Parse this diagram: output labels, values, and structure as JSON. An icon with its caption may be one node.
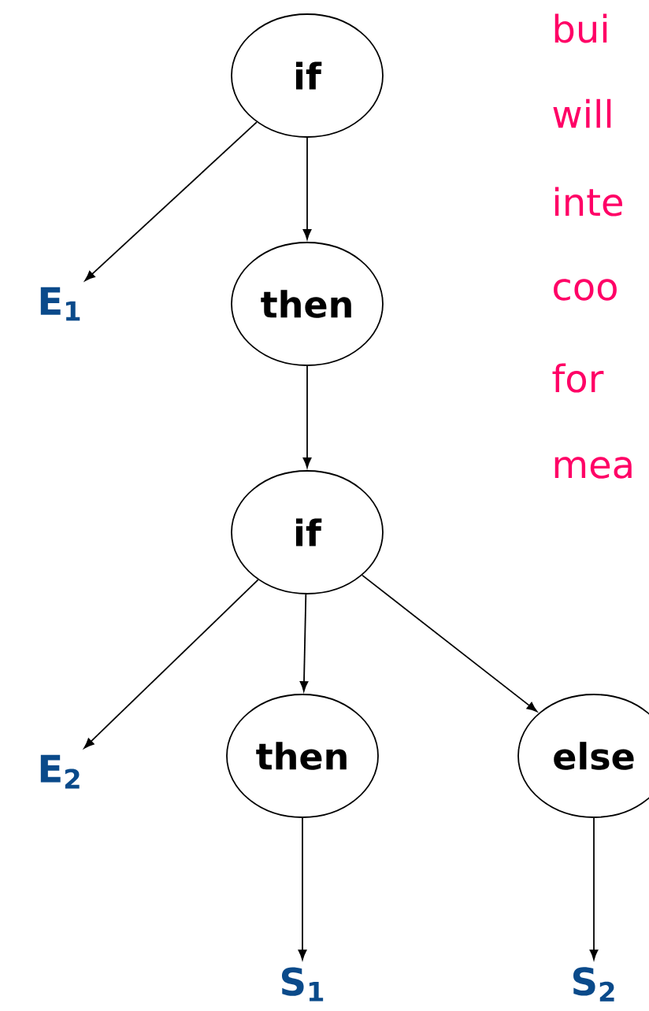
{
  "diagram": {
    "nodes": [
      {
        "text": [
          "if"
        ]
      },
      {
        "text": [
          "E$_{1}$"
        ]
      },
      {
        "text": [
          "then"
        ]
      },
      {
        "text": [
          "if"
        ]
      },
      {
        "text": [
          "E$_{2}$"
        ]
      },
      {
        "text": [
          "then"
        ]
      },
      {
        "text": [
          "else"
        ]
      },
      {
        "text": [
          "S$_{1}$"
        ]
      },
      {
        "text": [
          "S$_{2}$"
        ]
      }
    ],
    "edges": [
      {
        "from": 0,
        "to": 1,
        "arrow": "to"
      },
      {
        "from": 0,
        "to": 2,
        "arrow": "to"
      },
      {
        "from": 2,
        "to": 3,
        "arrow": "to"
      },
      {
        "from": 3,
        "to": 4,
        "arrow": "to"
      },
      {
        "from": 3,
        "to": 5,
        "arrow": "to"
      },
      {
        "from": 3,
        "to": 6,
        "arrow": "to"
      },
      {
        "from": 5,
        "to": 7,
        "arrow": "to"
      },
      {
        "from": 6,
        "to": 8,
        "arrow": "to"
      }
    ],
    "labels": [
      "bui",
      "will",
      "inte",
      "coo",
      "for",
      "mea"
    ]
  }
}
